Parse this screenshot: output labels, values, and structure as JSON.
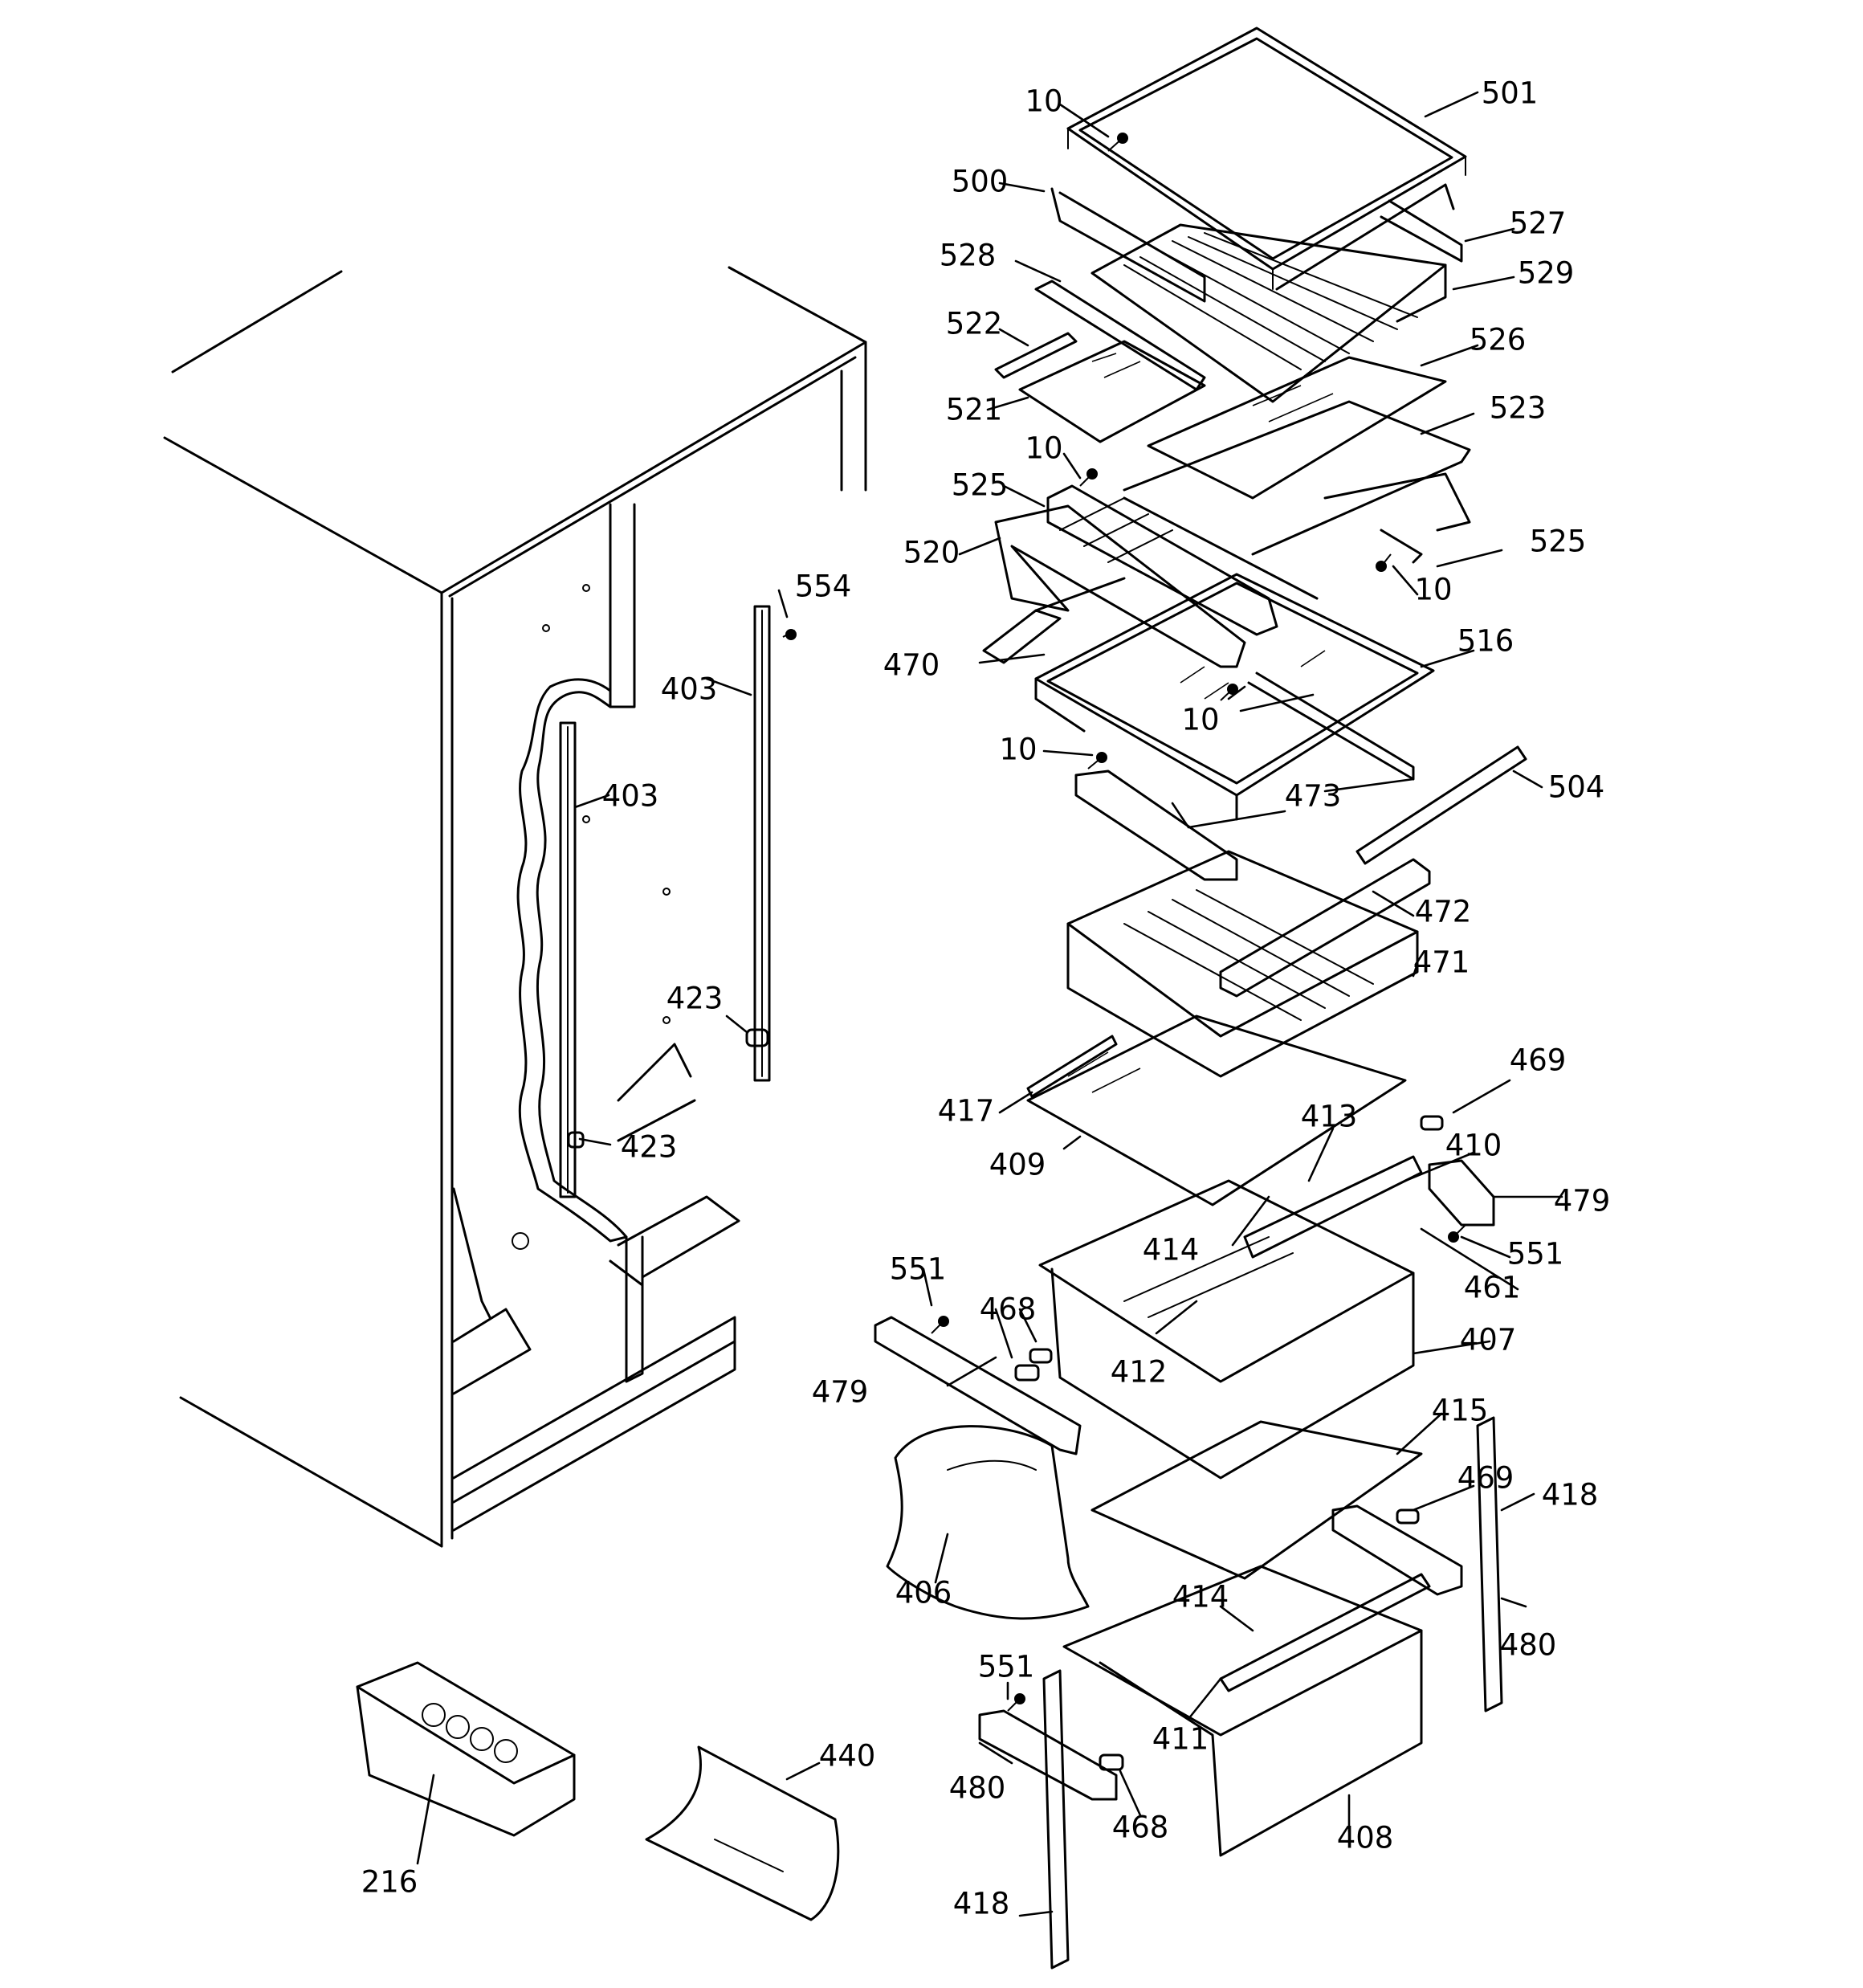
{
  "diagram": {
    "callouts": [
      "10",
      "501",
      "500",
      "527",
      "528",
      "529",
      "522",
      "526",
      "521",
      "523",
      "10",
      "525",
      "525",
      "520",
      "10",
      "554",
      "470",
      "516",
      "403",
      "10",
      "10",
      "504",
      "473",
      "403",
      "472",
      "471",
      "423",
      "469",
      "417",
      "413",
      "410",
      "423",
      "409",
      "479",
      "414",
      "551",
      "551",
      "461",
      "468",
      "407",
      "479",
      "412",
      "415",
      "469",
      "418",
      "406",
      "414",
      "480",
      "551",
      "411",
      "440",
      "480",
      "468",
      "216",
      "408",
      "418"
    ]
  }
}
